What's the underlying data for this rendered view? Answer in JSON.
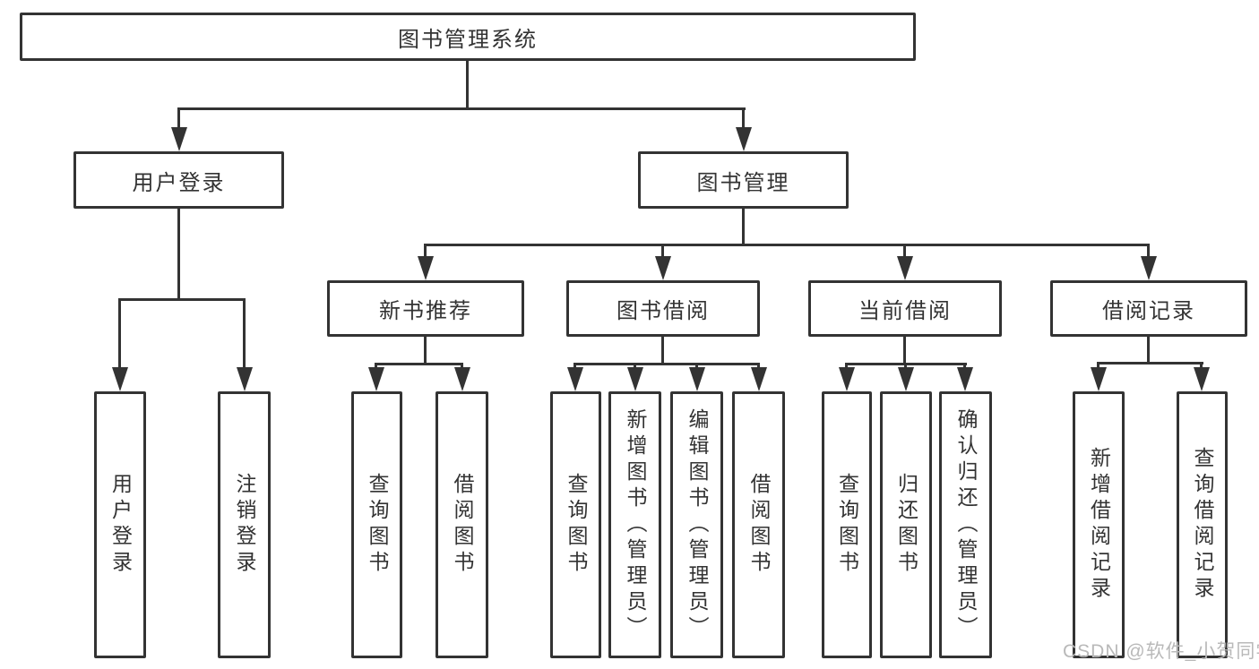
{
  "diagram": {
    "type": "hierarchy-tree",
    "title": "图书管理系统"
  },
  "nodes": {
    "root": {
      "label": "图书管理系统"
    },
    "user_login": {
      "label": "用户登录"
    },
    "book_management": {
      "label": "图书管理"
    },
    "new_book_recommend": {
      "label": "新书推荐"
    },
    "book_borrow": {
      "label": "图书借阅"
    },
    "current_borrow": {
      "label": "当前借阅"
    },
    "borrow_records": {
      "label": "借阅记录"
    },
    "leaf_user_login": {
      "label": "用户登录"
    },
    "leaf_logout": {
      "label": "注销登录"
    },
    "leaf_nb_query": {
      "label": "查询图书"
    },
    "leaf_nb_borrow": {
      "label": "借阅图书"
    },
    "leaf_bb_query": {
      "label": "查询图书"
    },
    "leaf_bb_add": {
      "label": "新增图书（管理员）"
    },
    "leaf_bb_edit": {
      "label": "编辑图书（管理员）"
    },
    "leaf_bb_borrow": {
      "label": "借阅图书"
    },
    "leaf_cb_query": {
      "label": "查询图书"
    },
    "leaf_cb_return": {
      "label": "归还图书"
    },
    "leaf_cb_confirm": {
      "label": "确认归还（管理员）"
    },
    "leaf_br_add": {
      "label": "新增借阅记录"
    },
    "leaf_br_query": {
      "label": "查询借阅记录"
    }
  },
  "hierarchy": {
    "图书管理系统": {
      "用户登录": [
        "用户登录",
        "注销登录"
      ],
      "图书管理": {
        "新书推荐": [
          "查询图书",
          "借阅图书"
        ],
        "图书借阅": [
          "查询图书",
          "新增图书（管理员）",
          "编辑图书（管理员）",
          "借阅图书"
        ],
        "当前借阅": [
          "查询图书",
          "归还图书",
          "确认归还（管理员）"
        ],
        "借阅记录": [
          "新增借阅记录",
          "查询借阅记录"
        ]
      }
    }
  },
  "colors": {
    "line": "#333333",
    "box_background": "#ffffff",
    "text": "#333333",
    "watermark": "#b9b9b9"
  },
  "watermark": {
    "text": "CSDN @软件_小贺同学"
  }
}
